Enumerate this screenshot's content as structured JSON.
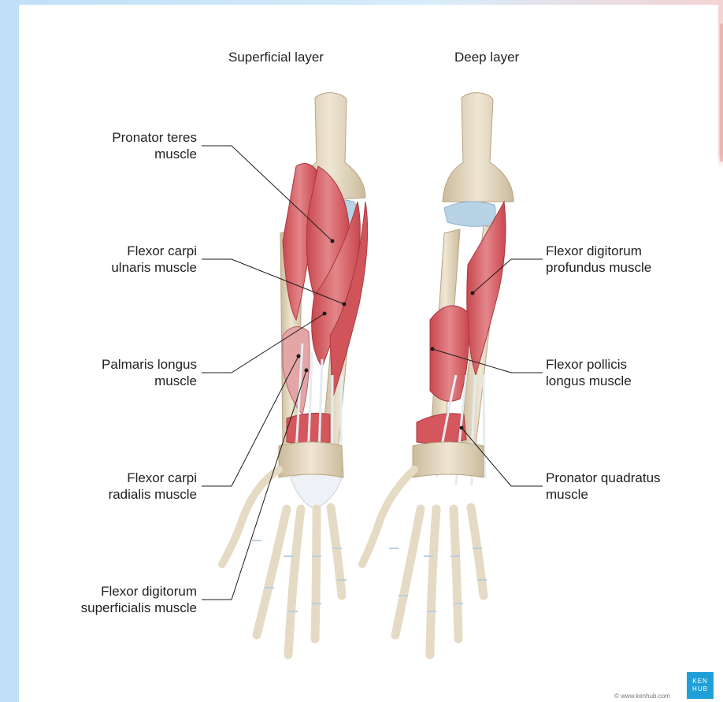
{
  "titles": {
    "superficial": "Superficial layer",
    "deep": "Deep layer"
  },
  "labels_left": [
    "Pronator teres\nmuscle",
    "Flexor carpi\nulnaris muscle",
    "Palmaris longus\nmuscle",
    "Flexor carpi\nradialis muscle",
    "Flexor digitorum\nsuperficialis muscle"
  ],
  "labels_right": [
    "Flexor digitorum\nprofundus muscle",
    "Flexor pollicis\nlongus muscle",
    "Pronator quadratus\nmuscle"
  ],
  "logo": {
    "line1": "KEN",
    "line2": "HUB"
  },
  "credit": "© www.kenhub.com",
  "colors": {
    "muscle": "#d4575d",
    "muscle_light": "#e58c8f",
    "bone": "#e7dcc6",
    "tendon": "#e9eef3",
    "cartilage": "#b9d3e6",
    "leader": "#1b1b1b",
    "logo": "#1fa0d8"
  }
}
